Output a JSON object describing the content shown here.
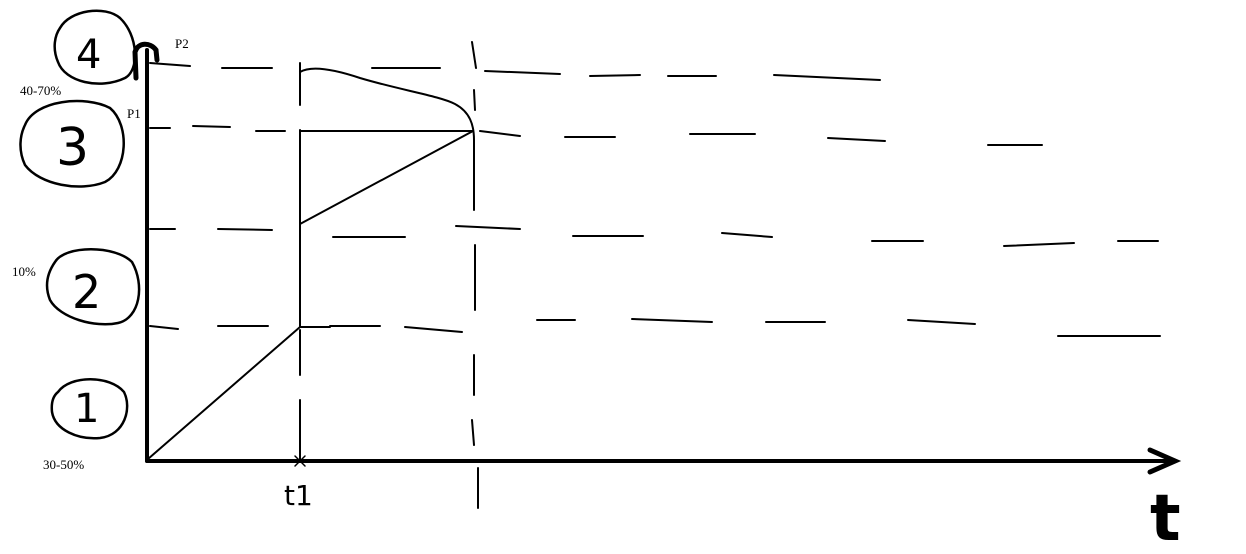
{
  "labels": {
    "p2": "P2",
    "p1": "P1",
    "pct_top": "40-70%",
    "pct_mid": "10%",
    "pct_bottom": "30-50%",
    "x_tick": "t1",
    "x_axis": "t"
  },
  "zones": [
    {
      "number": "4"
    },
    {
      "number": "3"
    },
    {
      "number": "2"
    },
    {
      "number": "1"
    }
  ],
  "colors": {
    "ink": "#000000",
    "background": "#ffffff"
  }
}
